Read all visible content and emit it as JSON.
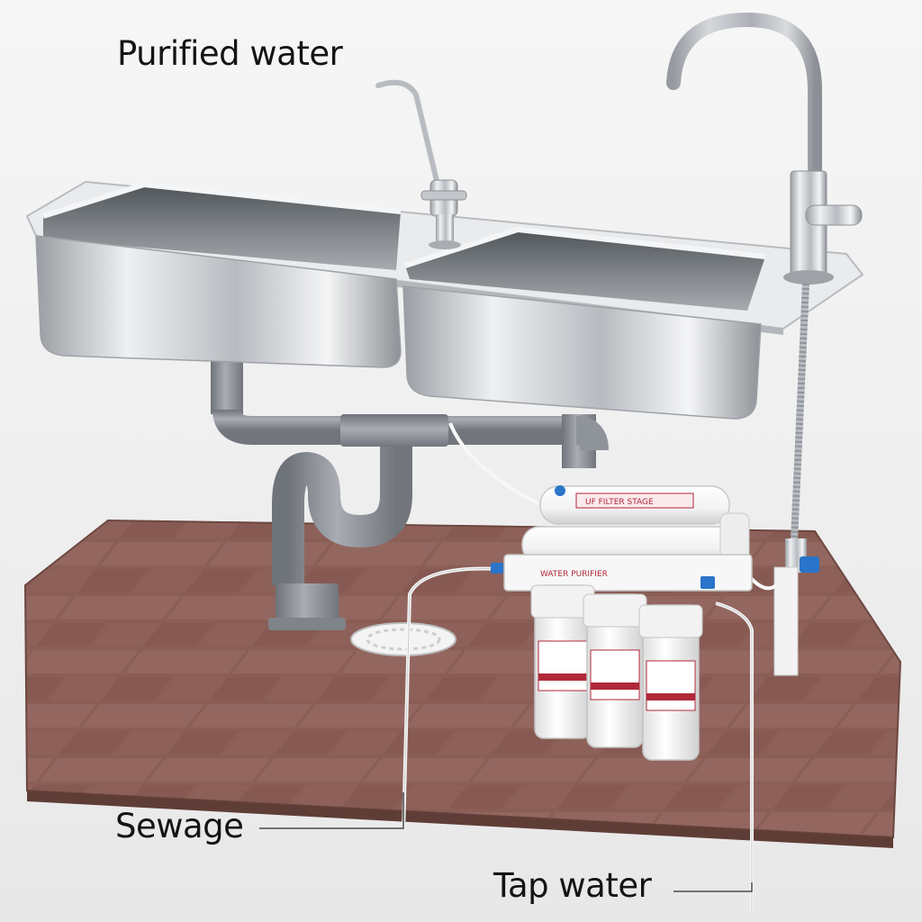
{
  "labels": {
    "purified": "Purified water",
    "sewage": "Sewage",
    "tap": "Tap water"
  },
  "colors": {
    "floor": "#8a5e55",
    "pipe": "#8f939a",
    "steel": "#cfd2d5",
    "filter_red": "#b0283a"
  }
}
